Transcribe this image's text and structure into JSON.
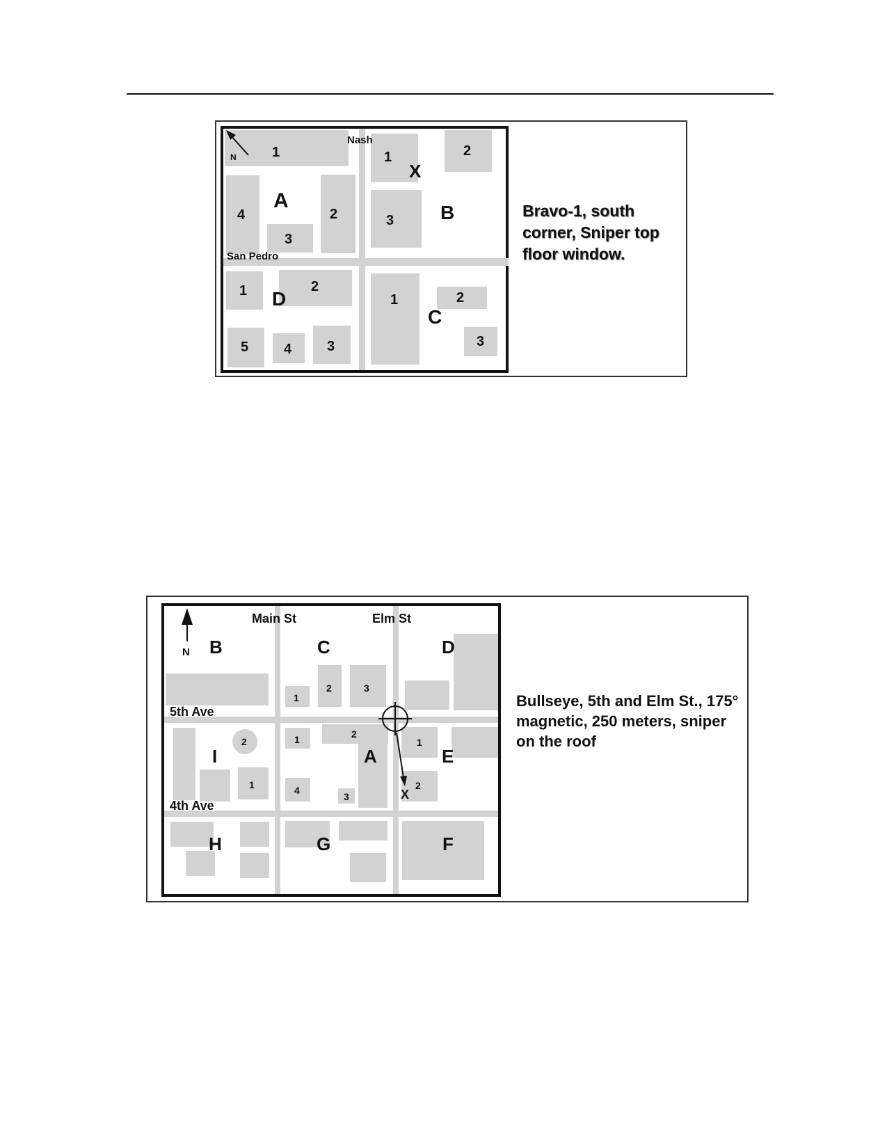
{
  "diagram1": {
    "north_label": "N",
    "street_labels": [
      "Nash",
      "San Pedro"
    ],
    "block_letters": [
      "A",
      "B",
      "C",
      "D"
    ],
    "building_numbers": {
      "A": [
        "1",
        "2",
        "3",
        "4"
      ],
      "B": [
        "1",
        "2",
        "3"
      ],
      "C": [
        "1",
        "2",
        "3"
      ],
      "D": [
        "1",
        "2",
        "3",
        "4",
        "5"
      ]
    },
    "target_mark": "X",
    "caption": "Bravo-1, south corner, Sniper top floor window."
  },
  "diagram2": {
    "north_label": "N",
    "street_labels": [
      "Main St",
      "Elm St",
      "5th Ave",
      "4th Ave"
    ],
    "block_letters": [
      "A",
      "B",
      "C",
      "D",
      "E",
      "F",
      "G",
      "H",
      "I"
    ],
    "building_numbers": {
      "C": [
        "1",
        "2",
        "3"
      ],
      "A": [
        "1",
        "2",
        "3",
        "4"
      ],
      "E": [
        "1",
        "2"
      ],
      "I": [
        "1",
        "2"
      ]
    },
    "target_mark": "X",
    "caption": "Bullseye, 5th and Elm St., 175° magnetic, 250 meters, sniper on the roof"
  }
}
